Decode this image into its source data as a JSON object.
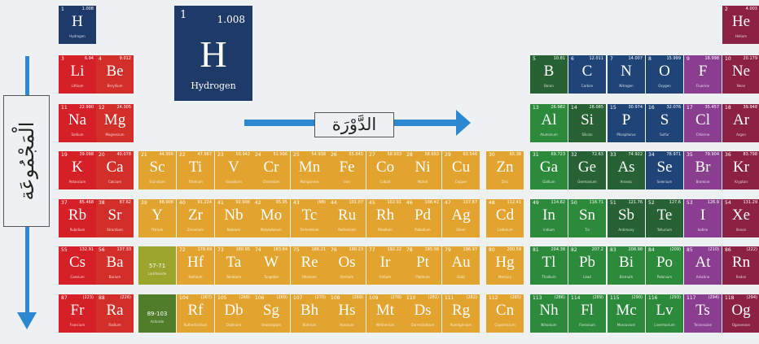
{
  "colors": {
    "hydrogen": "#1e3a68",
    "alkali": "#d62027",
    "alkaline_earth": "#d32f2a",
    "transition": "#e3a42f",
    "lanthanide": "#9aa52c",
    "actinide": "#4f7d29",
    "post_transition": "#2c8a3b",
    "metalloid": "#266234",
    "nonmetal": "#1f4578",
    "halogen": "#8a3e90",
    "noble_gas": "#8c2143"
  },
  "legend": {
    "number": "1",
    "mass": "1.008",
    "symbol": "H",
    "name": "Hydrogen"
  },
  "labels": {
    "period": "الدَّوْرَة",
    "group": "الْمَجْمُوعَة"
  },
  "elements": [
    {
      "n": "1",
      "m": "1.008",
      "s": "H",
      "name": "Hydrogen",
      "g": 1,
      "p": 1,
      "c": "hydrogen"
    },
    {
      "n": "2",
      "m": "4.003",
      "s": "He",
      "name": "Helium",
      "g": 18,
      "p": 1,
      "c": "noble_gas"
    },
    {
      "n": "3",
      "m": "6.94",
      "s": "Li",
      "name": "Lithium",
      "g": 1,
      "p": 2,
      "c": "alkali"
    },
    {
      "n": "4",
      "m": "9.012",
      "s": "Be",
      "name": "Beryllium",
      "g": 2,
      "p": 2,
      "c": "alkaline_earth"
    },
    {
      "n": "5",
      "m": "10.81",
      "s": "B",
      "name": "Boron",
      "g": 13,
      "p": 2,
      "c": "metalloid"
    },
    {
      "n": "6",
      "m": "12.011",
      "s": "C",
      "name": "Carbon",
      "g": 14,
      "p": 2,
      "c": "nonmetal"
    },
    {
      "n": "7",
      "m": "14.007",
      "s": "N",
      "name": "Nitrogen",
      "g": 15,
      "p": 2,
      "c": "nonmetal"
    },
    {
      "n": "8",
      "m": "15.999",
      "s": "O",
      "name": "Oxygen",
      "g": 16,
      "p": 2,
      "c": "nonmetal"
    },
    {
      "n": "9",
      "m": "18.998",
      "s": "F",
      "name": "Fluorine",
      "g": 17,
      "p": 2,
      "c": "halogen"
    },
    {
      "n": "10",
      "m": "20.179",
      "s": "Ne",
      "name": "Neon",
      "g": 18,
      "p": 2,
      "c": "noble_gas"
    },
    {
      "n": "11",
      "m": "22.990",
      "s": "Na",
      "name": "Sodium",
      "g": 1,
      "p": 3,
      "c": "alkali"
    },
    {
      "n": "12",
      "m": "24.305",
      "s": "Mg",
      "name": "Magnesium",
      "g": 2,
      "p": 3,
      "c": "alkaline_earth"
    },
    {
      "n": "13",
      "m": "26.982",
      "s": "Al",
      "name": "Aluminium",
      "g": 13,
      "p": 3,
      "c": "post_transition"
    },
    {
      "n": "14",
      "m": "28.085",
      "s": "Si",
      "name": "Silicon",
      "g": 14,
      "p": 3,
      "c": "metalloid"
    },
    {
      "n": "15",
      "m": "30.974",
      "s": "P",
      "name": "Phosphorus",
      "g": 15,
      "p": 3,
      "c": "nonmetal"
    },
    {
      "n": "16",
      "m": "32.076",
      "s": "S",
      "name": "Sulfur",
      "g": 16,
      "p": 3,
      "c": "nonmetal"
    },
    {
      "n": "17",
      "m": "35.457",
      "s": "Cl",
      "name": "Chlorine",
      "g": 17,
      "p": 3,
      "c": "halogen"
    },
    {
      "n": "18",
      "m": "39.948",
      "s": "Ar",
      "name": "Argon",
      "g": 18,
      "p": 3,
      "c": "noble_gas"
    },
    {
      "n": "19",
      "m": "39.098",
      "s": "K",
      "name": "Potassium",
      "g": 1,
      "p": 4,
      "c": "alkali"
    },
    {
      "n": "20",
      "m": "40.078",
      "s": "Ca",
      "name": "Calcium",
      "g": 2,
      "p": 4,
      "c": "alkaline_earth"
    },
    {
      "n": "21",
      "m": "44.956",
      "s": "Sc",
      "name": "Scandium",
      "g": 3,
      "p": 4,
      "c": "transition"
    },
    {
      "n": "22",
      "m": "47.867",
      "s": "Ti",
      "name": "Titanium",
      "g": 4,
      "p": 4,
      "c": "transition"
    },
    {
      "n": "23",
      "m": "50.942",
      "s": "V",
      "name": "Vanadium",
      "g": 5,
      "p": 4,
      "c": "transition"
    },
    {
      "n": "24",
      "m": "51.996",
      "s": "Cr",
      "name": "Chromium",
      "g": 6,
      "p": 4,
      "c": "transition"
    },
    {
      "n": "25",
      "m": "54.938",
      "s": "Mn",
      "name": "Manganese",
      "g": 7,
      "p": 4,
      "c": "transition"
    },
    {
      "n": "26",
      "m": "55.845",
      "s": "Fe",
      "name": "Iron",
      "g": 8,
      "p": 4,
      "c": "transition"
    },
    {
      "n": "27",
      "m": "58.933",
      "s": "Co",
      "name": "Cobalt",
      "g": 9,
      "p": 4,
      "c": "transition"
    },
    {
      "n": "28",
      "m": "58.693",
      "s": "Ni",
      "name": "Nickel",
      "g": 10,
      "p": 4,
      "c": "transition"
    },
    {
      "n": "29",
      "m": "63.546",
      "s": "Cu",
      "name": "Copper",
      "g": 11,
      "p": 4,
      "c": "transition"
    },
    {
      "n": "30",
      "m": "65.38",
      "s": "Zn",
      "name": "Zinc",
      "g": 12,
      "p": 4,
      "c": "transition"
    },
    {
      "n": "31",
      "m": "69.723",
      "s": "Ga",
      "name": "Gallium",
      "g": 13,
      "p": 4,
      "c": "post_transition"
    },
    {
      "n": "32",
      "m": "72.63",
      "s": "Ge",
      "name": "Germanium",
      "g": 14,
      "p": 4,
      "c": "metalloid"
    },
    {
      "n": "33",
      "m": "74.922",
      "s": "As",
      "name": "Arsenic",
      "g": 15,
      "p": 4,
      "c": "metalloid"
    },
    {
      "n": "34",
      "m": "78.971",
      "s": "Se",
      "name": "Selenium",
      "g": 16,
      "p": 4,
      "c": "nonmetal"
    },
    {
      "n": "35",
      "m": "79.904",
      "s": "Br",
      "name": "Bromine",
      "g": 17,
      "p": 4,
      "c": "halogen"
    },
    {
      "n": "36",
      "m": "83.798",
      "s": "Kr",
      "name": "Krypton",
      "g": 18,
      "p": 4,
      "c": "noble_gas"
    },
    {
      "n": "37",
      "m": "85.468",
      "s": "Rb",
      "name": "Rubidium",
      "g": 1,
      "p": 5,
      "c": "alkali"
    },
    {
      "n": "38",
      "m": "87.62",
      "s": "Sr",
      "name": "Strontium",
      "g": 2,
      "p": 5,
      "c": "alkaline_earth"
    },
    {
      "n": "39",
      "m": "88.906",
      "s": "Y",
      "name": "Yttrium",
      "g": 3,
      "p": 5,
      "c": "transition"
    },
    {
      "n": "40",
      "m": "91.224",
      "s": "Zr",
      "name": "Zirconium",
      "g": 4,
      "p": 5,
      "c": "transition"
    },
    {
      "n": "41",
      "m": "92.906",
      "s": "Nb",
      "name": "Niobium",
      "g": 5,
      "p": 5,
      "c": "transition"
    },
    {
      "n": "42",
      "m": "95.95",
      "s": "Mo",
      "name": "Molybdenum",
      "g": 6,
      "p": 5,
      "c": "transition"
    },
    {
      "n": "43",
      "m": "(98)",
      "s": "Tc",
      "name": "Technetium",
      "g": 7,
      "p": 5,
      "c": "transition"
    },
    {
      "n": "44",
      "m": "101.07",
      "s": "Ru",
      "name": "Ruthenium",
      "g": 8,
      "p": 5,
      "c": "transition"
    },
    {
      "n": "45",
      "m": "102.91",
      "s": "Rh",
      "name": "Rhodium",
      "g": 9,
      "p": 5,
      "c": "transition"
    },
    {
      "n": "46",
      "m": "106.42",
      "s": "Pd",
      "name": "Palladium",
      "g": 10,
      "p": 5,
      "c": "transition"
    },
    {
      "n": "47",
      "m": "107.87",
      "s": "Ag",
      "name": "Silver",
      "g": 11,
      "p": 5,
      "c": "transition"
    },
    {
      "n": "48",
      "m": "112.41",
      "s": "Cd",
      "name": "Cadmium",
      "g": 12,
      "p": 5,
      "c": "transition"
    },
    {
      "n": "49",
      "m": "114.82",
      "s": "In",
      "name": "Indium",
      "g": 13,
      "p": 5,
      "c": "post_transition"
    },
    {
      "n": "50",
      "m": "118.71",
      "s": "Sn",
      "name": "Tin",
      "g": 14,
      "p": 5,
      "c": "post_transition"
    },
    {
      "n": "51",
      "m": "121.76",
      "s": "Sb",
      "name": "Antimony",
      "g": 15,
      "p": 5,
      "c": "metalloid"
    },
    {
      "n": "52",
      "m": "127.6",
      "s": "Te",
      "name": "Tellurium",
      "g": 16,
      "p": 5,
      "c": "metalloid"
    },
    {
      "n": "53",
      "m": "126.9",
      "s": "I",
      "name": "Iodine",
      "g": 17,
      "p": 5,
      "c": "halogen"
    },
    {
      "n": "54",
      "m": "131.29",
      "s": "Xe",
      "name": "Xenon",
      "g": 18,
      "p": 5,
      "c": "noble_gas"
    },
    {
      "n": "55",
      "m": "132.91",
      "s": "Cs",
      "name": "Caesium",
      "g": 1,
      "p": 6,
      "c": "alkali"
    },
    {
      "n": "56",
      "m": "137.33",
      "s": "Ba",
      "name": "Barium",
      "g": 2,
      "p": 6,
      "c": "alkaline_earth"
    },
    {
      "n": "",
      "m": "",
      "s": "57-71",
      "name": "Lanthanide",
      "g": 3,
      "p": 6,
      "c": "lanthanide",
      "series": true
    },
    {
      "n": "72",
      "m": "178.49",
      "s": "Hf",
      "name": "Hafnium",
      "g": 4,
      "p": 6,
      "c": "transition"
    },
    {
      "n": "73",
      "m": "180.95",
      "s": "Ta",
      "name": "Tantalum",
      "g": 5,
      "p": 6,
      "c": "transition"
    },
    {
      "n": "74",
      "m": "183.84",
      "s": "W",
      "name": "Tungsten",
      "g": 6,
      "p": 6,
      "c": "transition"
    },
    {
      "n": "75",
      "m": "186.21",
      "s": "Re",
      "name": "Rhenium",
      "g": 7,
      "p": 6,
      "c": "transition"
    },
    {
      "n": "76",
      "m": "190.23",
      "s": "Os",
      "name": "Osmium",
      "g": 8,
      "p": 6,
      "c": "transition"
    },
    {
      "n": "77",
      "m": "192.22",
      "s": "Ir",
      "name": "Iridium",
      "g": 9,
      "p": 6,
      "c": "transition"
    },
    {
      "n": "78",
      "m": "195.08",
      "s": "Pt",
      "name": "Platinum",
      "g": 10,
      "p": 6,
      "c": "transition"
    },
    {
      "n": "79",
      "m": "196.97",
      "s": "Au",
      "name": "Gold",
      "g": 11,
      "p": 6,
      "c": "transition"
    },
    {
      "n": "80",
      "m": "200.59",
      "s": "Hg",
      "name": "Mercury",
      "g": 12,
      "p": 6,
      "c": "transition"
    },
    {
      "n": "81",
      "m": "204.38",
      "s": "Tl",
      "name": "Thallium",
      "g": 13,
      "p": 6,
      "c": "post_transition"
    },
    {
      "n": "82",
      "m": "207.2",
      "s": "Pb",
      "name": "Lead",
      "g": 14,
      "p": 6,
      "c": "post_transition"
    },
    {
      "n": "83",
      "m": "208.98",
      "s": "Bi",
      "name": "Bismuth",
      "g": 15,
      "p": 6,
      "c": "post_transition"
    },
    {
      "n": "84",
      "m": "(209)",
      "s": "Po",
      "name": "Polonium",
      "g": 16,
      "p": 6,
      "c": "post_transition"
    },
    {
      "n": "85",
      "m": "(210)",
      "s": "At",
      "name": "Astatine",
      "g": 17,
      "p": 6,
      "c": "halogen"
    },
    {
      "n": "86",
      "m": "(222)",
      "s": "Rn",
      "name": "Radon",
      "g": 18,
      "p": 6,
      "c": "noble_gas"
    },
    {
      "n": "87",
      "m": "(223)",
      "s": "Fr",
      "name": "Francium",
      "g": 1,
      "p": 7,
      "c": "alkali"
    },
    {
      "n": "88",
      "m": "(226)",
      "s": "Ra",
      "name": "Radium",
      "g": 2,
      "p": 7,
      "c": "alkaline_earth"
    },
    {
      "n": "",
      "m": "",
      "s": "89-103",
      "name": "Actinide",
      "g": 3,
      "p": 7,
      "c": "actinide",
      "series": true
    },
    {
      "n": "104",
      "m": "(267)",
      "s": "Rf",
      "name": "Rutherfordium",
      "g": 4,
      "p": 7,
      "c": "transition"
    },
    {
      "n": "105",
      "m": "(268)",
      "s": "Db",
      "name": "Dubnium",
      "g": 5,
      "p": 7,
      "c": "transition"
    },
    {
      "n": "106",
      "m": "(269)",
      "s": "Sg",
      "name": "Seaborgium",
      "g": 6,
      "p": 7,
      "c": "transition"
    },
    {
      "n": "107",
      "m": "(270)",
      "s": "Bh",
      "name": "Bohrium",
      "g": 7,
      "p": 7,
      "c": "transition"
    },
    {
      "n": "108",
      "m": "(269)",
      "s": "Hs",
      "name": "Hassium",
      "g": 8,
      "p": 7,
      "c": "transition"
    },
    {
      "n": "109",
      "m": "(278)",
      "s": "Mt",
      "name": "Meitnerium",
      "g": 9,
      "p": 7,
      "c": "transition"
    },
    {
      "n": "110",
      "m": "(281)",
      "s": "Ds",
      "name": "Darmstadtium",
      "g": 10,
      "p": 7,
      "c": "transition"
    },
    {
      "n": "111",
      "m": "(282)",
      "s": "Rg",
      "name": "Roentgenium",
      "g": 11,
      "p": 7,
      "c": "transition"
    },
    {
      "n": "112",
      "m": "(285)",
      "s": "Cn",
      "name": "Copernicium",
      "g": 12,
      "p": 7,
      "c": "transition"
    },
    {
      "n": "113",
      "m": "(286)",
      "s": "Nh",
      "name": "Nihonium",
      "g": 13,
      "p": 7,
      "c": "post_transition"
    },
    {
      "n": "114",
      "m": "(289)",
      "s": "Fl",
      "name": "Flerovium",
      "g": 14,
      "p": 7,
      "c": "post_transition"
    },
    {
      "n": "115",
      "m": "(290)",
      "s": "Mc",
      "name": "Moscovium",
      "g": 15,
      "p": 7,
      "c": "post_transition"
    },
    {
      "n": "116",
      "m": "(293)",
      "s": "Lv",
      "name": "Livermorium",
      "g": 16,
      "p": 7,
      "c": "post_transition"
    },
    {
      "n": "117",
      "m": "(294)",
      "s": "Ts",
      "name": "Tennessine",
      "g": 17,
      "p": 7,
      "c": "halogen"
    },
    {
      "n": "118",
      "m": "(294)",
      "s": "Og",
      "name": "Oganesson",
      "g": 18,
      "p": 7,
      "c": "noble_gas"
    }
  ]
}
